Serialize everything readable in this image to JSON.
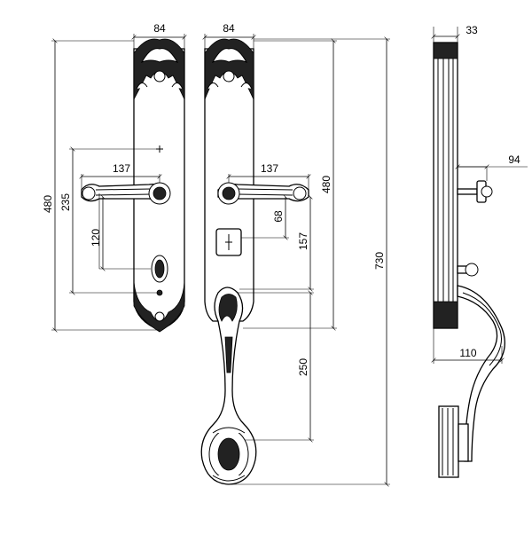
{
  "dimensions": {
    "left_plate_width": "84",
    "right_plate_width": "84",
    "side_depth": "33",
    "left_lever_length": "137",
    "right_lever_length": "137",
    "knob_projection": "94",
    "left_overall_height": "480",
    "right_overall_height": "480",
    "left_lever_to_bottom": "235",
    "left_lever_to_cylinder": "120",
    "right_lever_to_thumbturn": "68",
    "right_lever_to_handle": "157",
    "grip_length": "250",
    "total_height": "730",
    "handle_projection": "110"
  },
  "colors": {
    "line": "#000000",
    "background": "#ffffff"
  }
}
